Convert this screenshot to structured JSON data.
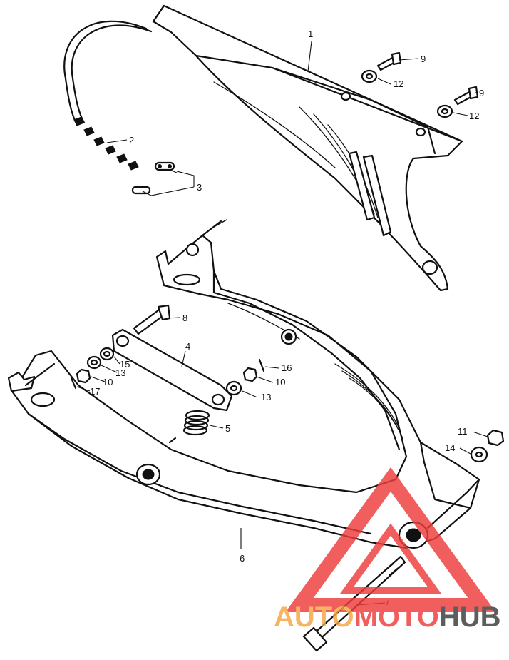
{
  "callouts": [
    {
      "id": "1",
      "text": "1"
    },
    {
      "id": "2",
      "text": "2"
    },
    {
      "id": "3",
      "text": "3"
    },
    {
      "id": "4",
      "text": "4"
    },
    {
      "id": "5",
      "text": "5"
    },
    {
      "id": "6",
      "text": "6"
    },
    {
      "id": "7",
      "text": "7"
    },
    {
      "id": "8",
      "text": "8"
    },
    {
      "id": "9a",
      "text": "9"
    },
    {
      "id": "9b",
      "text": "9"
    },
    {
      "id": "10a",
      "text": "10"
    },
    {
      "id": "10b",
      "text": "10"
    },
    {
      "id": "11",
      "text": "11"
    },
    {
      "id": "12a",
      "text": "12"
    },
    {
      "id": "12b",
      "text": "12"
    },
    {
      "id": "13a",
      "text": "13"
    },
    {
      "id": "13b",
      "text": "13"
    },
    {
      "id": "14",
      "text": "14"
    },
    {
      "id": "15",
      "text": "15"
    },
    {
      "id": "16",
      "text": "16"
    },
    {
      "id": "17",
      "text": "17"
    }
  ],
  "watermark": {
    "part1": "AUTO",
    "part2": "MOTO",
    "part3": "HUB",
    "color_light": "#f5a640",
    "color_red": "#ee3b3b",
    "color_dark": "#3a3a3a"
  }
}
